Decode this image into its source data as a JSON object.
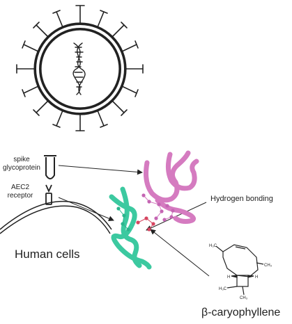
{
  "labels": {
    "spike_line1": "spike",
    "spike_line2": "glycoprotein",
    "receptor_line1": "AEC2",
    "receptor_line2": "receptor",
    "hydrogen_bonding": "Hydrogen bonding",
    "human_cells": "Human cells",
    "beta_caryophyllene": "β-caryophyllene"
  },
  "molecule": {
    "atom_ch3_top": "H₃C",
    "atom_ch3_right": "CH₃",
    "atom_h_left": "H",
    "atom_h_right": "H",
    "atom_ch3_bottom_left": "H₃C",
    "atom_ch3_bottom": "CH₃"
  },
  "colors": {
    "outline": "#222222",
    "spike_protein": "#d57bc0",
    "spike_protein_node": "#c465b3",
    "receptor_protein": "#3cc9a0",
    "receptor_node": "#2bb58d",
    "bond_node": "#d64560"
  }
}
